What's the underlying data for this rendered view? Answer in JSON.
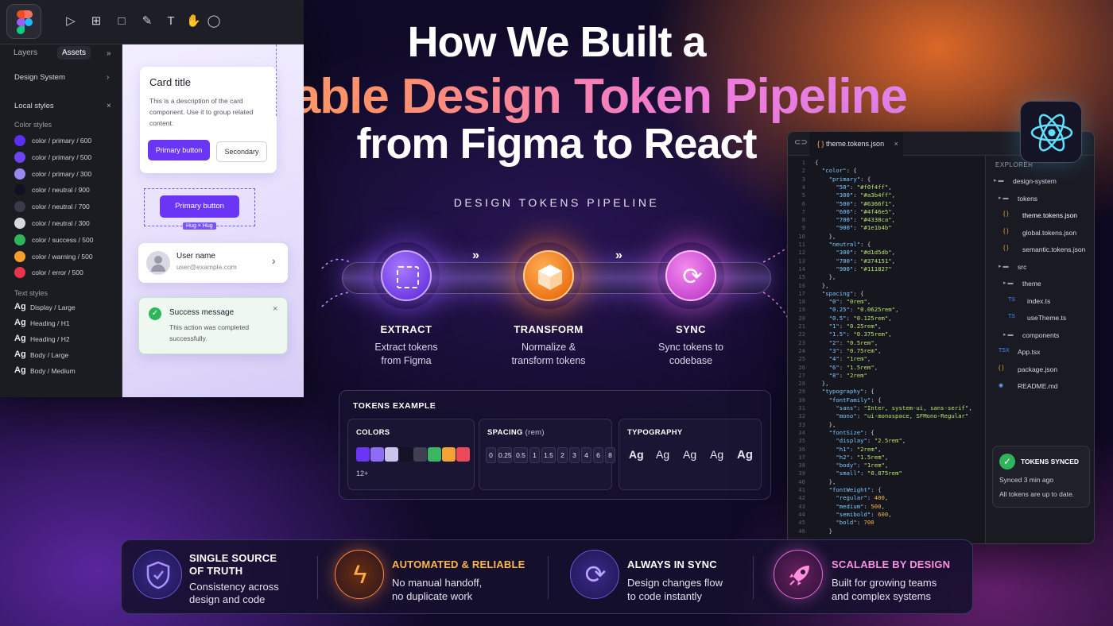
{
  "title": {
    "line1": "How We Built a",
    "line2": "Reliable Design Token Pipeline",
    "line3": "from Figma to React"
  },
  "figma": {
    "tabs": {
      "layers": "Layers",
      "assets": "Assets"
    },
    "design_system": "Design System",
    "local_styles": "Local styles",
    "color_styles_heading": "Color styles",
    "color_styles": [
      {
        "label": "color / primary / 600",
        "color": "#5b2ff2"
      },
      {
        "label": "color / primary / 500",
        "color": "#6c44f5"
      },
      {
        "label": "color / primary / 300",
        "color": "#9b87f2"
      },
      {
        "label": "color / neutral / 900",
        "color": "#111022"
      },
      {
        "label": "color / neutral / 700",
        "color": "#3a3a4a"
      },
      {
        "label": "color / neutral / 300",
        "color": "#d7d7de"
      },
      {
        "label": "color / success / 500",
        "color": "#2fb45a"
      },
      {
        "label": "color / warning / 500",
        "color": "#f59e2b"
      },
      {
        "label": "color / error / 500",
        "color": "#e8344b"
      }
    ],
    "text_styles_heading": "Text styles",
    "text_styles": [
      {
        "sample": "Ag",
        "label": "Display / Large"
      },
      {
        "sample": "Ag",
        "label": "Heading / H1"
      },
      {
        "sample": "Ag",
        "label": "Heading / H2"
      },
      {
        "sample": "Ag",
        "label": "Body / Large"
      },
      {
        "sample": "Ag",
        "label": "Body / Medium"
      }
    ],
    "card": {
      "title": "Card title",
      "description": "This is a description of the card component. Use it to group related content.",
      "primary": "Primary button",
      "secondary": "Secondary"
    },
    "selected_button": "Primary button",
    "hug_label": "Hug × Hug",
    "user": {
      "name": "User name",
      "email": "user@example.com"
    },
    "success": {
      "title": "Success message",
      "text": "This action was completed successfully."
    }
  },
  "pipeline": {
    "label": "DESIGN TOKENS PIPELINE",
    "steps": [
      {
        "title": "EXTRACT",
        "desc1": "Extract tokens",
        "desc2": "from Figma",
        "color": "#8a4cff"
      },
      {
        "title": "TRANSFORM",
        "desc1": "Normalize &",
        "desc2": "transform tokens",
        "color": "#ff7a1a"
      },
      {
        "title": "SYNC",
        "desc1": "Sync tokens to",
        "desc2": "codebase",
        "color": "#e45fe6"
      }
    ]
  },
  "tokens_example": {
    "heading": "TOKENS EXAMPLE",
    "colors": {
      "heading": "COLORS",
      "swatches": [
        "#6a35f5",
        "#8d6cf6",
        "#c9c3ee",
        "#141326",
        "#3f3f52",
        "#3bb562",
        "#f5a235",
        "#ec4a5c"
      ],
      "more": "12+"
    },
    "spacing": {
      "heading": "SPACING",
      "unit": "(rem)",
      "values": [
        "0",
        "0.25",
        "0.5",
        "1",
        "1.5",
        "2",
        "3",
        "4",
        "6",
        "8"
      ]
    },
    "typography": {
      "heading": "TYPOGRAPHY",
      "samples": [
        "Ag",
        "Ag",
        "Ag",
        "Ag",
        "Ag"
      ]
    }
  },
  "editor": {
    "tab": "theme.tokens.json",
    "code_lines": [
      "{",
      "  \"color\": {",
      "    \"primary\": {",
      "      \"50\": \"#f0f4ff\",",
      "      \"300\": \"#a3b4ff\",",
      "      \"500\": \"#6366f1\",",
      "      \"600\": \"#4f46e5\",",
      "      \"700\": \"#4338ca\",",
      "      \"900\": \"#1e1b4b\"",
      "    },",
      "    \"neutral\": {",
      "      \"300\": \"#d1d5db\",",
      "      \"700\": \"#374151\",",
      "      \"900\": \"#111827\"",
      "    },",
      "  },",
      "  \"spacing\": {",
      "    \"0\": \"0rem\",",
      "    \"0.25\": \"0.0625rem\",",
      "    \"0.5\": \"0.125rem\",",
      "    \"1\": \"0.25rem\",",
      "    \"1.5\": \"0.375rem\",",
      "    \"2\": \"0.5rem\",",
      "    \"3\": \"0.75rem\",",
      "    \"4\": \"1rem\",",
      "    \"6\": \"1.5rem\",",
      "    \"8\": \"2rem\"",
      "  },",
      "  \"typography\": {",
      "    \"fontFamily\": {",
      "      \"sans\": \"Inter, system-ui, sans-serif\",",
      "      \"mono\": \"ui-monospace, SFMono-Regular\"",
      "    },",
      "    \"fontSize\": {",
      "      \"display\": \"2.5rem\",",
      "      \"h1\": \"2rem\",",
      "      \"h2\": \"1.5rem\",",
      "      \"body\": \"1rem\",",
      "      \"small\": \"0.875rem\"",
      "    },",
      "    \"fontWeight\": {",
      "      \"regular\": 400,",
      "      \"medium\": 500,",
      "      \"semibold\": 600,",
      "      \"bold\": 700",
      "    }"
    ],
    "explorer": {
      "heading": "EXPLORER",
      "items": [
        {
          "label": "design-system",
          "kind": "folder"
        },
        {
          "label": "tokens",
          "kind": "folder"
        },
        {
          "label": "theme.tokens.json",
          "kind": "json"
        },
        {
          "label": "global.tokens.json",
          "kind": "json"
        },
        {
          "label": "semantic.tokens.json",
          "kind": "json"
        },
        {
          "label": "src",
          "kind": "folder"
        },
        {
          "label": "theme",
          "kind": "folder"
        },
        {
          "label": "index.ts",
          "kind": "ts"
        },
        {
          "label": "useTheme.ts",
          "kind": "ts"
        },
        {
          "label": "components",
          "kind": "folder"
        },
        {
          "label": "App.tsx",
          "kind": "tsx"
        },
        {
          "label": "package.json",
          "kind": "json"
        },
        {
          "label": "README.md",
          "kind": "md"
        }
      ]
    },
    "synced": {
      "title": "TOKENS SYNCED",
      "time": "Synced 3 min ago",
      "status": "All tokens are up to date."
    }
  },
  "features": [
    {
      "title1": "SINGLE SOURCE",
      "title2": "OF TRUTH",
      "desc1": "Consistency across",
      "desc2": "design and code",
      "color": "#ffffff"
    },
    {
      "title1": "AUTOMATED & RELIABLE",
      "title2": "",
      "desc1": "No manual handoff,",
      "desc2": "no duplicate work",
      "color": "#ffb648"
    },
    {
      "title1": "ALWAYS IN SYNC",
      "title2": "",
      "desc1": "Design changes flow",
      "desc2": "to code instantly",
      "color": "#ffffff"
    },
    {
      "title1": "SCALABLE BY DESIGN",
      "title2": "",
      "desc1": "Built for growing teams",
      "desc2": "and complex systems",
      "color": "#ff8fe0"
    }
  ]
}
